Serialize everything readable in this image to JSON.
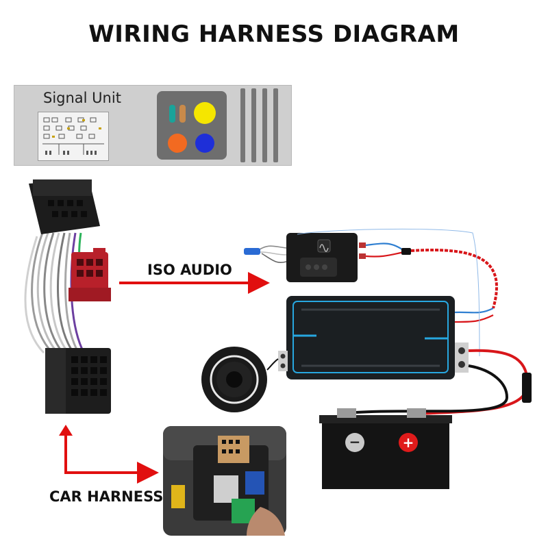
{
  "title": "WIRING HARNESS DIAGRAM",
  "signal_unit": {
    "label": "Signal Unit",
    "indicator_colors": [
      "#1aa39a",
      "#c98a4a",
      "#f5e600",
      "#f26a21",
      "#1e2fd8"
    ]
  },
  "callouts": {
    "iso_audio": "ISO AUDIO",
    "car_harness": "CAR HARNESS"
  },
  "battery": {
    "negative": "−",
    "positive": "+"
  },
  "colors": {
    "arrow": "#e10f0f",
    "power_wire": "#d8161a",
    "ground_wire": "#111111",
    "signal_wire": "#2f7fd1",
    "amp_trim": "#27a7e0"
  }
}
